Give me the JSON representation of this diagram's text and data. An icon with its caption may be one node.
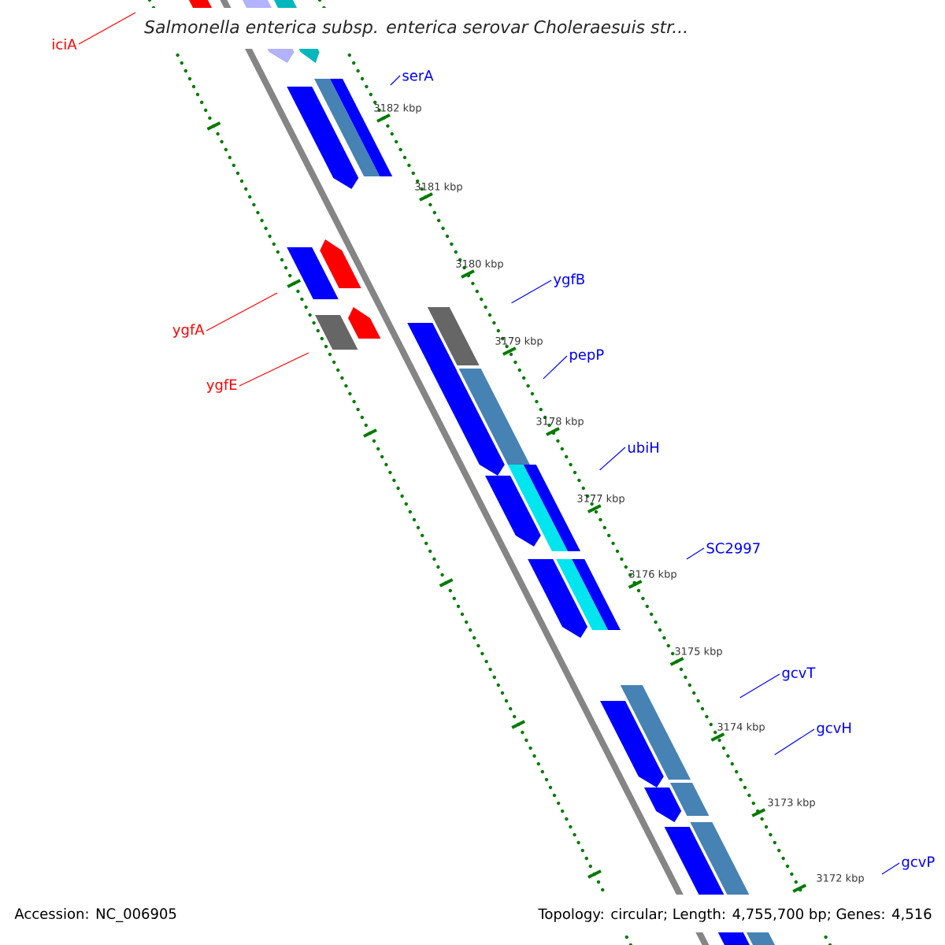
{
  "diagram": {
    "title": "Salmonella enterica subsp. enterica serovar Choleraesuis str...",
    "nodes": [
      {
        "text": [
          "iciA"
        ]
      },
      {
        "text": [
          "serA"
        ]
      },
      {
        "text": [
          "ygfA"
        ]
      },
      {
        "text": [
          "ygfB"
        ]
      },
      {
        "text": [
          "ygfE"
        ]
      },
      {
        "text": [
          "pepP"
        ]
      },
      {
        "text": [
          "ubiH"
        ]
      },
      {
        "text": [
          "SC2997"
        ]
      },
      {
        "text": [
          "gcvT"
        ]
      },
      {
        "text": [
          "gcvH"
        ]
      },
      {
        "text": [
          "gcvP"
        ]
      }
    ],
    "edges": [
      {
        "from": 0,
        "to": null,
        "arrow": "none",
        "color": "#ff0000"
      },
      {
        "from": 1,
        "to": null,
        "arrow": "none"
      },
      {
        "from": 2,
        "to": null,
        "arrow": "none",
        "color": "#ff0000"
      },
      {
        "from": 3,
        "to": null,
        "arrow": "none"
      },
      {
        "from": 4,
        "to": null,
        "arrow": "none",
        "color": "#ff0000"
      },
      {
        "from": 5,
        "to": null,
        "arrow": "none"
      },
      {
        "from": 6,
        "to": null,
        "arrow": "none"
      },
      {
        "from": 7,
        "to": null,
        "arrow": "none"
      },
      {
        "from": 8,
        "to": null,
        "arrow": "none"
      },
      {
        "from": 9,
        "to": null,
        "arrow": "none"
      },
      {
        "from": 10,
        "to": null,
        "arrow": "none"
      }
    ],
    "labels": [
      "3182 kbp",
      "3181 kbp",
      "3180 kbp",
      "3179 kbp",
      "3178 kbp",
      "3177 kbp",
      "3176 kbp",
      "3175 kbp",
      "3174 kbp",
      "3173 kbp",
      "3172 kbp",
      "Accession: NC_006905",
      "Topology: circular; Length: 4,755,700 bp; Genes: 4,516"
    ]
  }
}
